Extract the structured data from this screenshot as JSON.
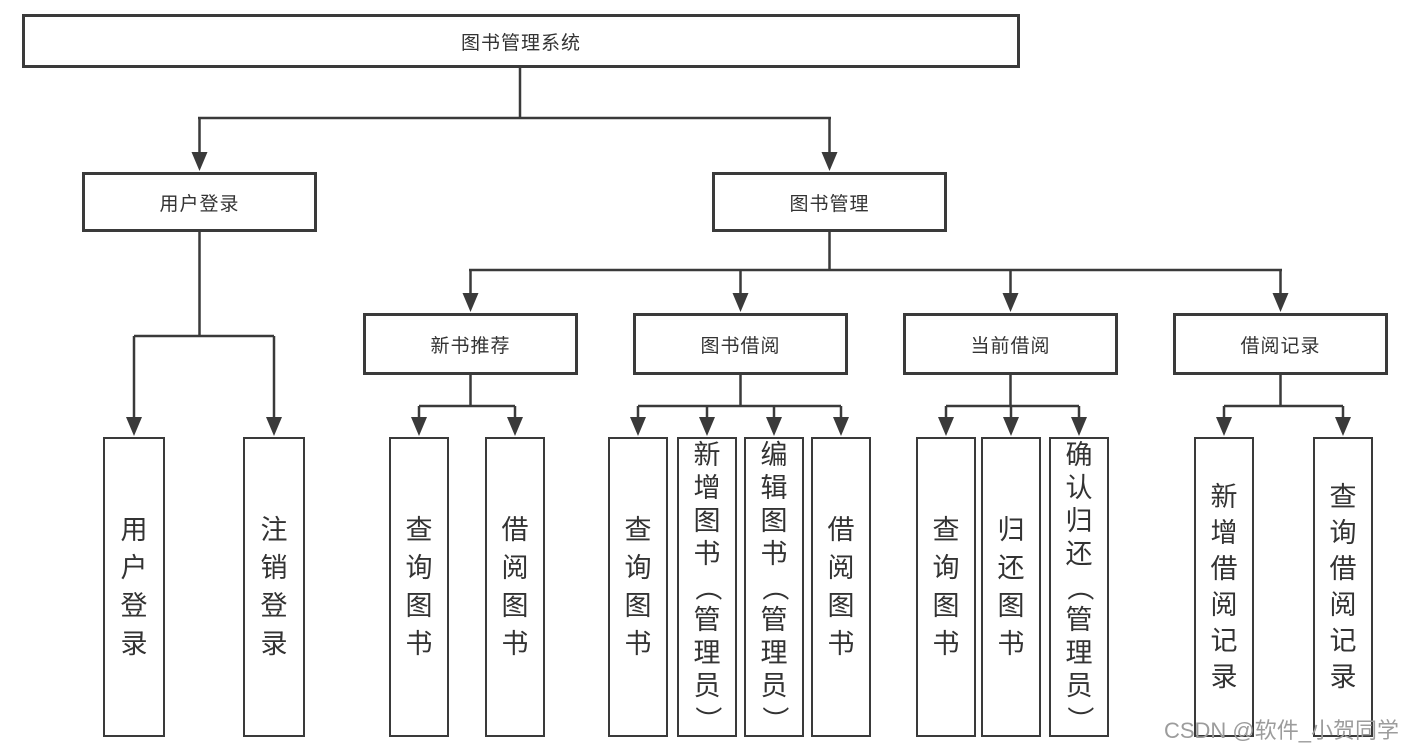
{
  "diagram": {
    "root": {
      "label": "图书管理系统"
    },
    "level2": {
      "user_login": {
        "label": "用户登录"
      },
      "book_mgmt": {
        "label": "图书管理"
      }
    },
    "level3": {
      "recommend": {
        "label": "新书推荐"
      },
      "borrow": {
        "label": "图书借阅"
      },
      "current": {
        "label": "当前借阅"
      },
      "records": {
        "label": "借阅记录"
      }
    },
    "leaves": {
      "user_login": [
        "用户登录",
        "注销登录"
      ],
      "recommend": [
        "查询图书",
        "借阅图书"
      ],
      "borrow": [
        "查询图书",
        "新增图书（管理员）",
        "编辑图书（管理员）",
        "借阅图书"
      ],
      "current": [
        "查询图书",
        "归还图书",
        "确认归还（管理员）"
      ],
      "records": [
        "新增借阅记录",
        "查询借阅记录"
      ]
    }
  },
  "watermark": {
    "text": "CSDN @软件_小贺同学"
  },
  "colors": {
    "line": "#3a3a3a",
    "text": "#333333",
    "watermark": "#9c9c9c",
    "background": "#ffffff"
  }
}
